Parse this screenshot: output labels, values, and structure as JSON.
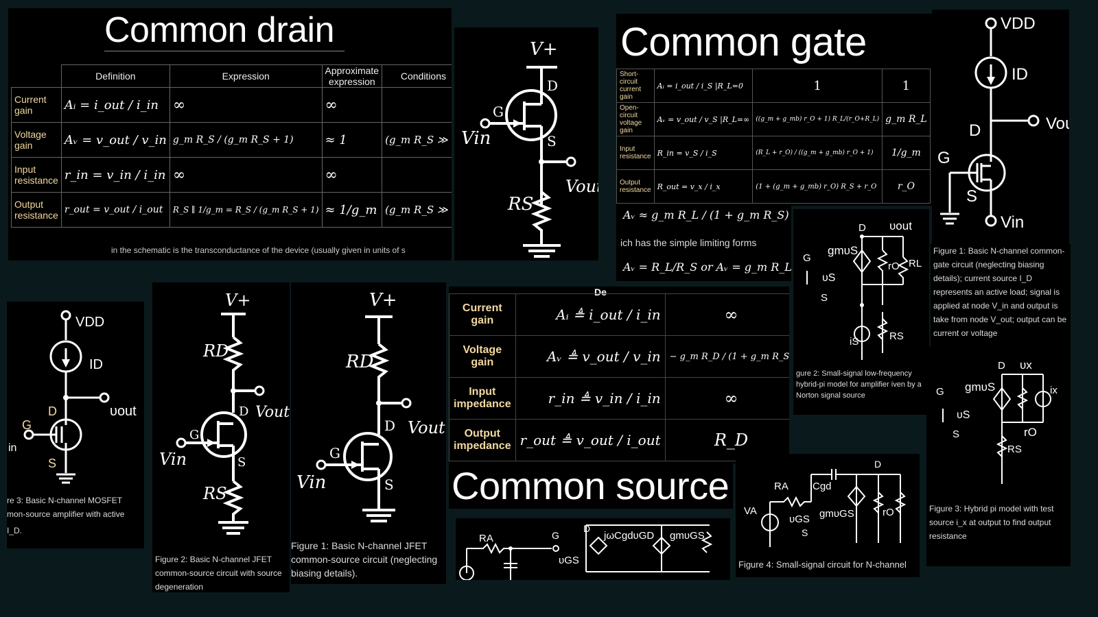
{
  "common_drain": {
    "title": "Common drain",
    "headers": [
      "Definition",
      "Expression",
      "Approximate expression",
      "Conditions"
    ],
    "rows": [
      {
        "label": "Current gain",
        "definition": "Aᵢ = i_out / i_in",
        "expression": "∞",
        "approx": "∞",
        "condition": ""
      },
      {
        "label": "Voltage gain",
        "definition": "Aᵥ = v_out / v_in",
        "expression": "g_m R_S / (g_m R_S + 1)",
        "approx": "≈ 1",
        "condition": "(g_m R_S ≫ 1)"
      },
      {
        "label": "Input resistance",
        "definition": "r_in = v_in / i_in",
        "expression": "∞",
        "approx": "∞",
        "condition": ""
      },
      {
        "label": "Output resistance",
        "definition": "r_out = v_out / i_out",
        "expression": "R_S ∥ 1/g_m = R_S / (g_m R_S + 1)",
        "approx": "≈ 1/g_m",
        "condition": "(g_m R_S ≫ 1)"
      }
    ],
    "footnote": "in the schematic is the transconductance of the device (usually given in units of s",
    "schematic": {
      "vplus": "V+",
      "d": "D",
      "g": "G",
      "s": "S",
      "vin": "Vin",
      "vout": "Vout",
      "rs": "RS"
    }
  },
  "common_gate": {
    "title": "Common gate",
    "rows": [
      {
        "label": "Short-circuit current gain",
        "definition": "Aᵢ = i_out / i_S |R_L=0",
        "expression": "1",
        "approx": "1"
      },
      {
        "label": "Open-circuit voltage gain",
        "definition": "Aᵥ = v_out / v_S |R_L=∞",
        "expression": "((g_m + g_mb) r_O + 1) R_L/(r_O+R_L)",
        "approx": "g_m R_L"
      },
      {
        "label": "Input resistance",
        "definition": "R_in = v_S / i_S",
        "expression": "(R_L + r_O) / ((g_m + g_mb) r_O + 1)",
        "approx": "1/g_m"
      },
      {
        "label": "Output resistance",
        "definition": "R_out = v_x / i_x",
        "expression": "(1 + (g_m + g_mb) r_O) R_S + r_O",
        "approx": "r_O"
      }
    ],
    "av_approx": "Aᵥ ≈ g_m R_L / (1 + g_m R_S)",
    "limit_text": "ich has the simple limiting forms",
    "limit_forms": "Aᵥ = R_L/R_S  or  Aᵥ = g_m R_L",
    "fig1_caption": "Figure 1: Basic N-channel common-gate circuit (neglecting biasing details); current source I_D represents an active load; signal is applied at node V_in and output is take from node V_out; output can be current or voltage",
    "fig2_caption": "gure 2: Small-signal low-frequency hybrid-pi model for amplifier iven by a Norton signal source",
    "fig3_caption": "Figure 3: Hybrid pi model with test source i_x at output to find output resistance",
    "schematic": {
      "vdd": "VDD",
      "id": "ID",
      "d": "D",
      "vout": "Vou",
      "g": "G",
      "s": "S",
      "vin": "Vin"
    }
  },
  "common_source": {
    "title": "Common source",
    "defs_header": "De",
    "rows": [
      {
        "label": "Current gain",
        "definition": "Aᵢ ≜ i_out / i_in",
        "value": "∞"
      },
      {
        "label": "Voltage gain",
        "definition": "Aᵥ ≜ v_out / v_in",
        "value": "− g_m R_D / (1 + g_m R_S)"
      },
      {
        "label": "Input impedance",
        "definition": "r_in ≜ v_in / i_in",
        "value": "∞"
      },
      {
        "label": "Output impedance",
        "definition": "r_out ≜ v_out / i_out",
        "value": "R_D"
      }
    ],
    "fig1_caption": "Figure 1: Basic N-channel JFET common-source circuit (neglecting biasing details).",
    "fig2_caption": "Figure 2: Basic N-channel JFET common-source circuit with source degeneration",
    "fig3_caption": "re 3: Basic N-channel MOSFET mon-source amplifier with active",
    "fig3_tail": "I_D.",
    "fig4_caption": "Figure 4: Small-signal circuit for N-channel",
    "mosfet_labels": {
      "vdd": "VDD",
      "id": "ID",
      "vout": "υout",
      "d": "D",
      "g": "G",
      "s": "S",
      "in": "in"
    },
    "jfet_labels": {
      "vplus": "V+",
      "rd": "RD",
      "rs": "RS",
      "d": "D",
      "g": "G",
      "s": "S",
      "vin": "Vin",
      "vout": "Vout"
    },
    "small_signal_labels": {
      "ra": "RA",
      "va": "VA",
      "g": "G",
      "d": "D",
      "vgs": "υGS",
      "jw": "jωCgdυGD",
      "gm": "gmυGS",
      "cgd": "Cgd",
      "ro": "rO",
      "s": "S"
    }
  }
}
